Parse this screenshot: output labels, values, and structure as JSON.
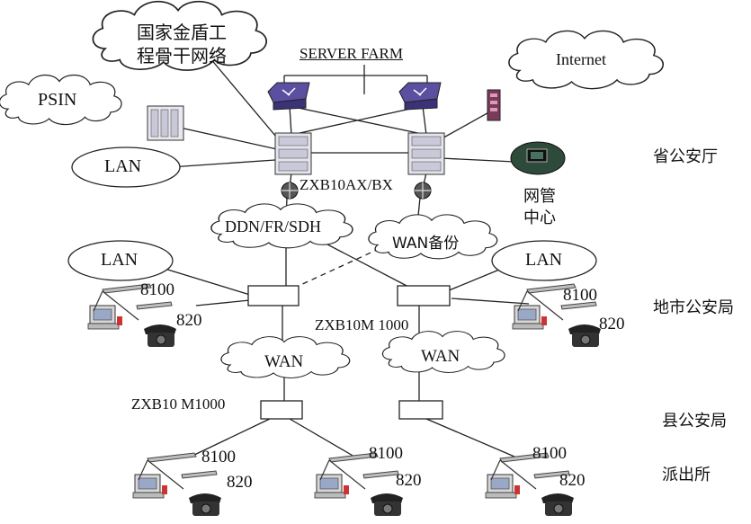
{
  "clouds": {
    "gjjd": "国家金盾工程骨干网络",
    "gjjd_line1": "国家金盾工",
    "gjjd_line2": "程骨干网络",
    "psin": "PSIN",
    "lan_top": "LAN",
    "internet": "Internet",
    "ddn": "DDN/FR/SDH",
    "wan_backup": "WAN备份",
    "lan_left": "LAN",
    "lan_right": "LAN",
    "wan_left": "WAN",
    "wan_right": "WAN"
  },
  "labels": {
    "server_farm": "SERVER FARM",
    "zxb10axbx": "ZXB10AX/BX",
    "nms_line1": "网管",
    "nms_line2": "中心",
    "zxb10m1000_mid": "ZXB10M 1000",
    "zxb10m1000_left": "ZXB10 M1000"
  },
  "tiers": {
    "province": "省公安厅",
    "city": "地市公安局",
    "county": "县公安局",
    "station": "派出所"
  },
  "devices": {
    "a": "8100",
    "b": "820"
  },
  "colors": {
    "line": "#222222",
    "cloud_fill": "#ffffff",
    "router_fill": "#5a4fa0",
    "globe_fill": "#2e4a3a",
    "firewall_fill": "#7a3a5a"
  }
}
